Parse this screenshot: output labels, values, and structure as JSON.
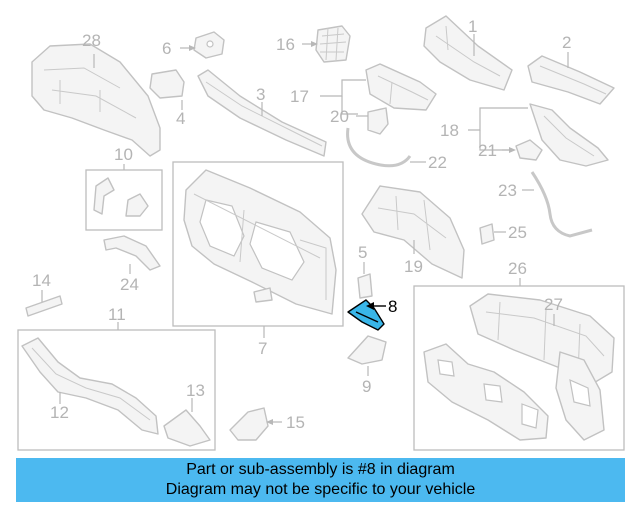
{
  "diagram": {
    "callouts": {
      "c1": "1",
      "c2": "2",
      "c3": "3",
      "c4": "4",
      "c5": "5",
      "c6": "6",
      "c7": "7",
      "c8": "8",
      "c9": "9",
      "c10": "10",
      "c11": "11",
      "c12": "12",
      "c13": "13",
      "c14": "14",
      "c15": "15",
      "c16": "16",
      "c17": "17",
      "c18": "18",
      "c19": "19",
      "c20": "20",
      "c21": "21",
      "c22": "22",
      "c23": "23",
      "c24": "24",
      "c25": "25",
      "c26": "26",
      "c27": "27",
      "c28": "28"
    },
    "highlighted_part": "8",
    "highlight_color": "#39b6e9"
  },
  "banner": {
    "line1": "Part or sub-assembly is #8 in diagram",
    "line2": "Diagram may not be specific to your vehicle",
    "background": "#4cb9f0"
  }
}
